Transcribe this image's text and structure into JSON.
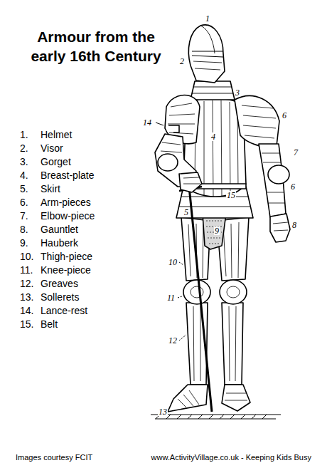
{
  "diagram": {
    "title": "Armour from the early 16th Century",
    "labels": [
      "1.",
      "Helmet",
      "2.",
      "Visor",
      "3.",
      "Gorget",
      "4.",
      "Breast-plate",
      "5.",
      "Skirt",
      "6.",
      "Arm-pieces",
      "7.",
      "Elbow-piece",
      "8.",
      "Gauntlet",
      "9.",
      "Hauberk",
      "10.",
      "Thigh-piece",
      "11.",
      "Knee-piece",
      "12.",
      "Greaves",
      "13.",
      "Sollerets",
      "14.",
      "Lance-rest",
      "15.",
      "Belt",
      "1",
      "2",
      "3",
      "4",
      "5",
      "6",
      "7",
      "6",
      "8",
      "9",
      "10",
      "11",
      "12",
      "13",
      "14",
      "15",
      "Images courtesy FCIT",
      "www.ActivityVillage.co.uk - Keeping Kids Busy"
    ]
  }
}
